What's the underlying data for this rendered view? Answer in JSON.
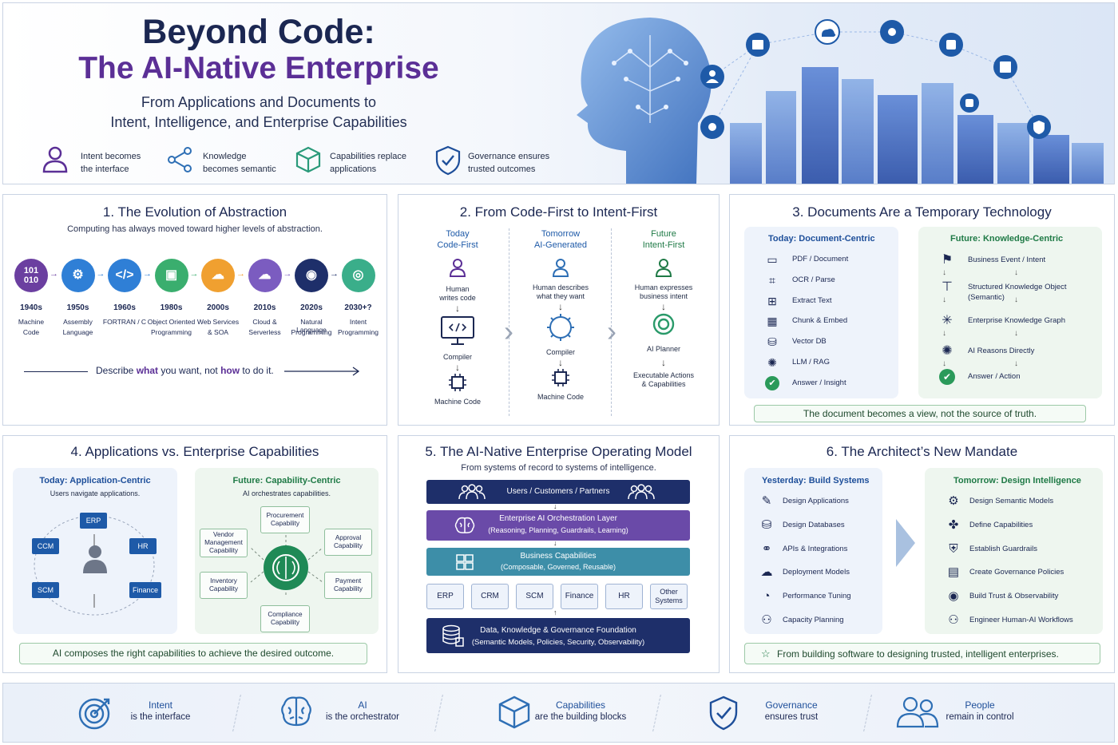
{
  "header": {
    "title_line1": "Beyond Code:",
    "title_line2": "The AI-Native Enterprise",
    "subtitle_line1": "From Applications and Documents to",
    "subtitle_line2": "Intent, Intelligence, and Enterprise Capabilities",
    "pillars": [
      {
        "l1": "Intent becomes",
        "l2": "the interface",
        "icon": "person-icon"
      },
      {
        "l1": "Knowledge",
        "l2": "becomes semantic",
        "icon": "network-icon"
      },
      {
        "l1": "Capabilities replace",
        "l2": "applications",
        "icon": "cube-icon"
      },
      {
        "l1": "Governance ensures",
        "l2": "trusted outcomes",
        "icon": "shield-icon"
      }
    ]
  },
  "p1": {
    "title": "1. The Evolution of Abstraction",
    "subtitle": "Computing has always moved toward higher levels of abstraction.",
    "eras": [
      {
        "year": "1940s",
        "l1": "Machine",
        "l2": "Code",
        "badge": "101\n010",
        "color": "#6b3fa0"
      },
      {
        "year": "1950s",
        "l1": "Assembly",
        "l2": "Language",
        "color": "#2f7fd6"
      },
      {
        "year": "1960s",
        "l1": "FORTRAN / C",
        "l2": "",
        "color": "#2f7fd6"
      },
      {
        "year": "1980s",
        "l1": "Object Oriented",
        "l2": "Programming",
        "color": "#3aae6e"
      },
      {
        "year": "2000s",
        "l1": "Web Services",
        "l2": "& SOA",
        "color": "#f0a030"
      },
      {
        "year": "2010s",
        "l1": "Cloud &",
        "l2": "Serverless",
        "color": "#7b5cc0"
      },
      {
        "year": "2020s",
        "l1": "Natural Language",
        "l2": "Programming",
        "color": "#1e2f6a"
      },
      {
        "year": "2030+?",
        "l1": "Intent",
        "l2": "Programming",
        "color": "#3aae8a"
      }
    ],
    "badge_l1": "101",
    "badge_l2": "010",
    "tagline_pre": "Describe ",
    "tagline_what": "what",
    "tagline_mid": " you want, not ",
    "tagline_how": "how",
    "tagline_post": " to do it."
  },
  "p2": {
    "title": "2. From Code-First to Intent-First",
    "cols": [
      {
        "h1": "Today",
        "h2": "Code-First",
        "d1": "Human",
        "d2": "writes code",
        "mid": "Compiler",
        "bottom": "Machine Code"
      },
      {
        "h1": "Tomorrow",
        "h2": "AI-Generated",
        "d1": "Human describes",
        "d2": "what they want",
        "mid": "Compiler",
        "bottom": "Machine Code"
      },
      {
        "h1": "Future",
        "h2": "Intent-First",
        "d1": "Human expresses",
        "d2": "business intent",
        "mid": "AI Planner",
        "bottom1": "Executable Actions",
        "bottom2": "& Capabilities"
      }
    ]
  },
  "p3": {
    "title": "3. Documents Are a Temporary Technology",
    "left_title": "Today: Document-Centric",
    "left": [
      "PDF / Document",
      "OCR / Parse",
      "Extract Text",
      "Chunk & Embed",
      "Vector DB",
      "LLM / RAG",
      "Answer / Insight"
    ],
    "right_title": "Future: Knowledge-Centric",
    "right": [
      [
        "Business Event / Intent"
      ],
      [
        "Structured Knowledge Object",
        "(Semantic)"
      ],
      [
        "Enterprise Knowledge Graph"
      ],
      [
        "AI Reasons Directly"
      ],
      [
        "Answer / Action"
      ]
    ],
    "footer": "The document becomes a view, not the source of truth."
  },
  "p4": {
    "title": "4. Applications vs. Enterprise Capabilities",
    "left_title": "Today: Application-Centric",
    "left_sub": "Users navigate applications.",
    "apps": [
      "ERP",
      "CCM",
      "HR",
      "SCM",
      "Finance"
    ],
    "right_title": "Future: Capability-Centric",
    "right_sub": "AI orchestrates capabilities.",
    "caps": [
      [
        "Procurement",
        "Capability"
      ],
      [
        "Vendor",
        "Management",
        "Capability"
      ],
      [
        "Approval",
        "Capability"
      ],
      [
        "Inventory",
        "Capability"
      ],
      [
        "Payment",
        "Capability"
      ],
      [
        "Compliance",
        "Capability"
      ]
    ],
    "footer": "AI composes the right capabilities to achieve the desired outcome."
  },
  "p5": {
    "title": "5. The AI-Native Enterprise Operating Model",
    "subtitle": "From systems of record to systems of intelligence.",
    "users": "Users / Customers / Partners",
    "orch_t": "Enterprise AI Orchestration Layer",
    "orch_s": "(Reasoning, Planning, Guardrails, Learning)",
    "bc_t": "Business Capabilities",
    "bc_s": "(Composable, Governed, Reusable)",
    "systems": [
      "ERP",
      "CRM",
      "SCM",
      "Finance",
      "HR"
    ],
    "other1": "Other",
    "other2": "Systems",
    "found_t": "Data, Knowledge & Governance Foundation",
    "found_s": "(Semantic Models, Policies, Security, Observability)"
  },
  "p6": {
    "title": "6. The Architect’s New Mandate",
    "left_title": "Yesterday: Build Systems",
    "left": [
      "Design Applications",
      "Design Databases",
      "APIs & Integrations",
      "Deployment Models",
      "Performance Tuning",
      "Capacity Planning"
    ],
    "right_title": "Tomorrow: Design Intelligence",
    "right": [
      "Design Semantic Models",
      "Define Capabilities",
      "Establish Guardrails",
      "Create Governance Policies",
      "Build Trust & Observability",
      "Engineer Human-AI Workflows"
    ],
    "footer": "From building software to designing trusted, intelligent enterprises."
  },
  "footer": [
    {
      "t": "Intent",
      "s": "is the interface",
      "icon": "target-icon"
    },
    {
      "t": "AI",
      "s": "is the orchestrator",
      "icon": "brain-icon"
    },
    {
      "t": "Capabilities",
      "s": "are the building blocks",
      "icon": "cube-icon"
    },
    {
      "t": "Governance",
      "s": "ensures trust",
      "icon": "shield-icon"
    },
    {
      "t": "People",
      "s": "remain in control",
      "icon": "people-icon"
    }
  ]
}
